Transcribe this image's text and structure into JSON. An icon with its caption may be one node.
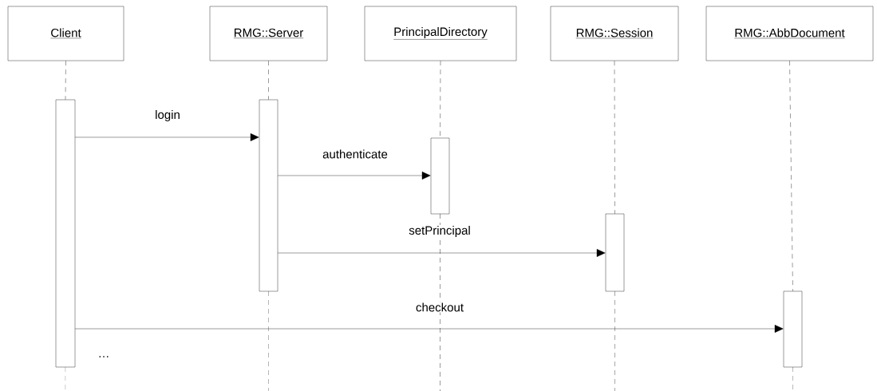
{
  "diagram": {
    "nodes": [
      {
        "text": [
          "Client"
        ]
      },
      {
        "text": [
          "RMG::Server"
        ]
      },
      {
        "text": [
          "PrincipalDirectory"
        ]
      },
      {
        "text": [
          "RMG::Session"
        ]
      },
      {
        "text": [
          "RMG::AbbDocument"
        ]
      },
      {
        "text": [],
        "shape": "bar"
      },
      {
        "text": [],
        "shape": "bar"
      },
      {
        "text": [],
        "shape": "bar"
      },
      {
        "text": [],
        "shape": "bar"
      },
      {
        "text": [],
        "shape": "bar"
      }
    ],
    "edges": [
      {
        "from": 0,
        "to": 5,
        "arrow": "none",
        "style": "dashed"
      },
      {
        "from": 1,
        "to": 6,
        "arrow": "none",
        "style": "dashed"
      },
      {
        "from": 2,
        "to": 7,
        "arrow": "none",
        "style": "dashed"
      },
      {
        "from": 3,
        "to": 8,
        "arrow": "none",
        "style": "dashed"
      },
      {
        "from": 4,
        "to": 9,
        "arrow": "none",
        "style": "dashed"
      },
      {
        "from": 5,
        "to": 6,
        "arrow": "to",
        "label": "login"
      },
      {
        "from": 6,
        "to": 7,
        "arrow": "to",
        "label": "authenticate"
      },
      {
        "from": 6,
        "to": 8,
        "arrow": "to",
        "label": "setPrincipal"
      },
      {
        "from": 5,
        "to": 9,
        "arrow": "to",
        "label": "checkout"
      }
    ],
    "labels": [
      "…"
    ]
  }
}
